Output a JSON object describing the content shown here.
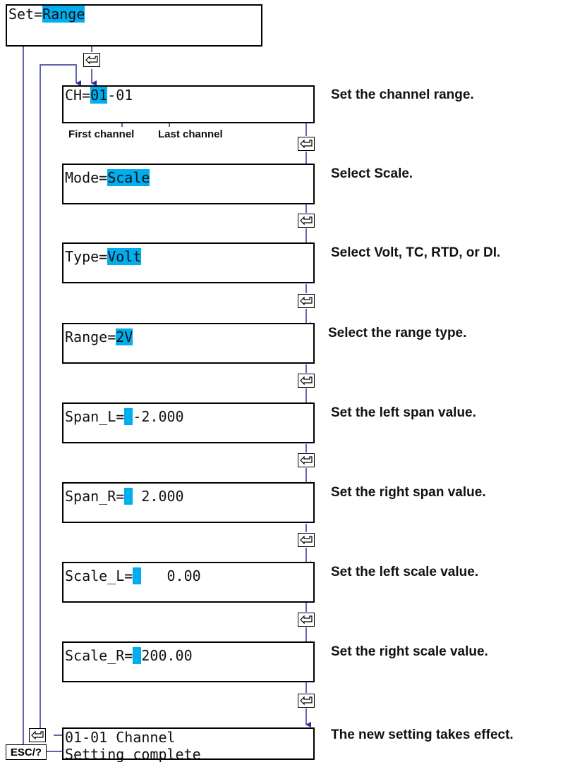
{
  "top_display": {
    "prefix": "Set=",
    "value": "Range"
  },
  "channel": {
    "prefix": "CH=",
    "first": "01",
    "sep": "-",
    "last": "01",
    "first_label": "First channel",
    "last_label": "Last channel",
    "note": "Set the channel range."
  },
  "steps": [
    {
      "prefix": "Mode=",
      "value": "Scale",
      "suffix": "",
      "note": "Select Scale."
    },
    {
      "prefix": "Type=",
      "value": "Volt",
      "suffix": "",
      "note": "Select Volt, TC, RTD, or DI."
    },
    {
      "prefix": "Range=",
      "value": "2V",
      "suffix": "",
      "note": "Select the range type."
    },
    {
      "prefix": "Span_L=",
      "value": " ",
      "suffix": "-2.000",
      "note": "Set the left span value."
    },
    {
      "prefix": "Span_R=",
      "value": " ",
      "suffix": " 2.000",
      "note": "Set the right span value."
    },
    {
      "prefix": "Scale_L=",
      "value": " ",
      "suffix": "   0.00",
      "note": "Set the left scale value."
    },
    {
      "prefix": "Scale_R=",
      "value": " ",
      "suffix": "200.00",
      "note": "Set the right scale value."
    }
  ],
  "final": {
    "line1": "01-01 Channel",
    "line2": "Setting complete",
    "note": "The new setting takes effect."
  },
  "esc_key": {
    "label": "ESC/?"
  },
  "colors": {
    "highlight": "#00aeef",
    "arrow": "#2e3192"
  },
  "icons": {
    "enter_key": "enter-key-icon"
  }
}
